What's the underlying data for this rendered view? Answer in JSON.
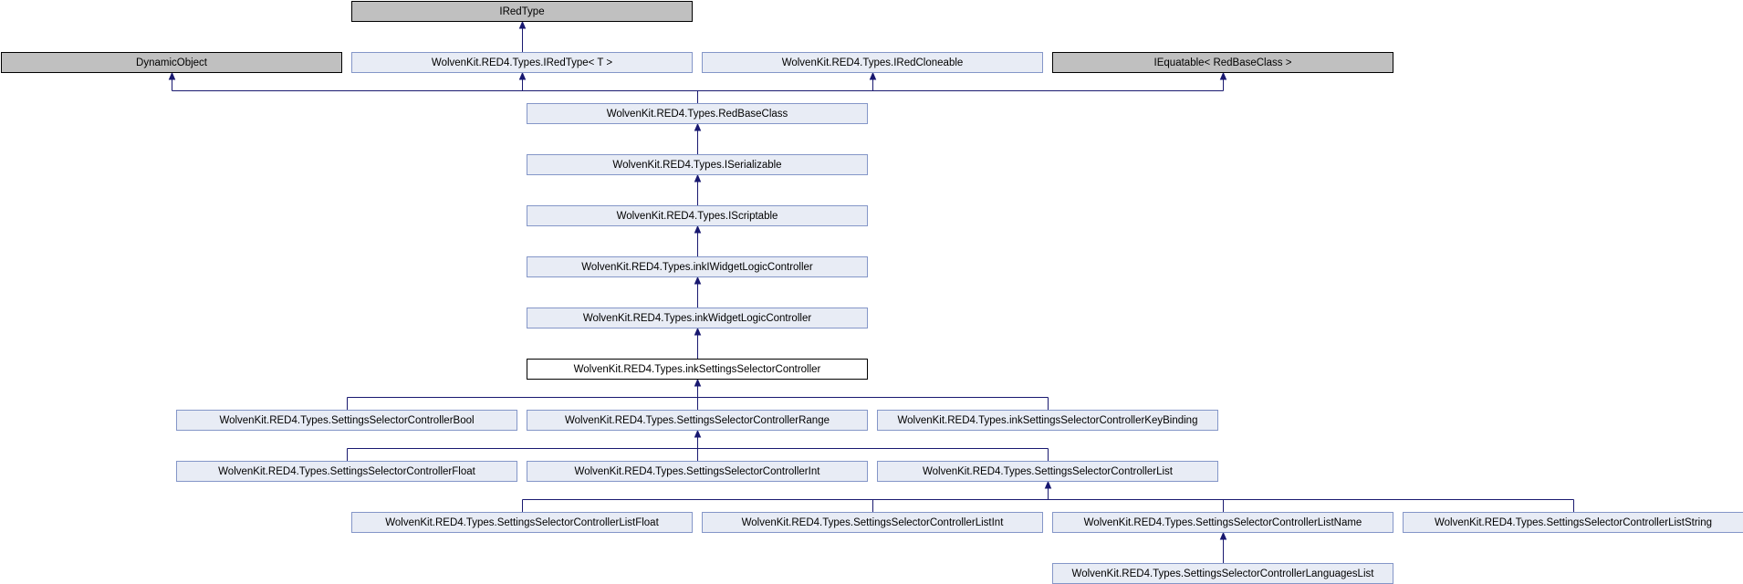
{
  "colors": {
    "doc_class_fill": "#e8ecf5",
    "doc_class_border": "#8496c8",
    "external_fill": "#c0c0c0",
    "external_border": "#000000",
    "current_fill": "#ffffff",
    "current_border": "#000000",
    "edge": "#191970"
  },
  "nodes": [
    {
      "id": "iredtype",
      "label": "IRedType",
      "kind": "external"
    },
    {
      "id": "dynamicobject",
      "label": "DynamicObject",
      "kind": "external"
    },
    {
      "id": "iredtype_t",
      "label": "WolvenKit.RED4.Types.IRedType< T >",
      "kind": "class"
    },
    {
      "id": "iredcloneable",
      "label": "WolvenKit.RED4.Types.IRedCloneable",
      "kind": "class"
    },
    {
      "id": "iequatable",
      "label": "IEquatable< RedBaseClass >",
      "kind": "external"
    },
    {
      "id": "redbaseclass",
      "label": "WolvenKit.RED4.Types.RedBaseClass",
      "kind": "class"
    },
    {
      "id": "iserializable",
      "label": "WolvenKit.RED4.Types.ISerializable",
      "kind": "class"
    },
    {
      "id": "iscriptable",
      "label": "WolvenKit.RED4.Types.IScriptable",
      "kind": "class"
    },
    {
      "id": "inkiwidgetlogic",
      "label": "WolvenKit.RED4.Types.inkIWidgetLogicController",
      "kind": "class"
    },
    {
      "id": "inkwidgetlogic",
      "label": "WolvenKit.RED4.Types.inkWidgetLogicController",
      "kind": "class"
    },
    {
      "id": "inksettingsselector",
      "label": "WolvenKit.RED4.Types.inkSettingsSelectorController",
      "kind": "current"
    },
    {
      "id": "ssc_bool",
      "label": "WolvenKit.RED4.Types.SettingsSelectorControllerBool",
      "kind": "class"
    },
    {
      "id": "ssc_range",
      "label": "WolvenKit.RED4.Types.SettingsSelectorControllerRange",
      "kind": "class"
    },
    {
      "id": "ssc_keybinding",
      "label": "WolvenKit.RED4.Types.inkSettingsSelectorControllerKeyBinding",
      "kind": "class"
    },
    {
      "id": "ssc_float",
      "label": "WolvenKit.RED4.Types.SettingsSelectorControllerFloat",
      "kind": "class"
    },
    {
      "id": "ssc_int",
      "label": "WolvenKit.RED4.Types.SettingsSelectorControllerInt",
      "kind": "class"
    },
    {
      "id": "ssc_list",
      "label": "WolvenKit.RED4.Types.SettingsSelectorControllerList",
      "kind": "class"
    },
    {
      "id": "ssc_listfloat",
      "label": "WolvenKit.RED4.Types.SettingsSelectorControllerListFloat",
      "kind": "class"
    },
    {
      "id": "ssc_listint",
      "label": "WolvenKit.RED4.Types.SettingsSelectorControllerListInt",
      "kind": "class"
    },
    {
      "id": "ssc_listname",
      "label": "WolvenKit.RED4.Types.SettingsSelectorControllerListName",
      "kind": "class"
    },
    {
      "id": "ssc_liststring",
      "label": "WolvenKit.RED4.Types.SettingsSelectorControllerListString",
      "kind": "class"
    },
    {
      "id": "ssc_languageslist",
      "label": "WolvenKit.RED4.Types.SettingsSelectorControllerLanguagesList",
      "kind": "class"
    }
  ],
  "edges": [
    {
      "from": "iredtype_t",
      "to": "iredtype"
    },
    {
      "from": "redbaseclass",
      "to": "dynamicobject"
    },
    {
      "from": "redbaseclass",
      "to": "iredtype_t"
    },
    {
      "from": "redbaseclass",
      "to": "iredcloneable"
    },
    {
      "from": "redbaseclass",
      "to": "iequatable"
    },
    {
      "from": "iserializable",
      "to": "redbaseclass"
    },
    {
      "from": "iscriptable",
      "to": "iserializable"
    },
    {
      "from": "inkiwidgetlogic",
      "to": "iscriptable"
    },
    {
      "from": "inkwidgetlogic",
      "to": "inkiwidgetlogic"
    },
    {
      "from": "inksettingsselector",
      "to": "inkwidgetlogic"
    },
    {
      "from": "ssc_bool",
      "to": "inksettingsselector"
    },
    {
      "from": "ssc_range",
      "to": "inksettingsselector"
    },
    {
      "from": "ssc_keybinding",
      "to": "inksettingsselector"
    },
    {
      "from": "ssc_float",
      "to": "ssc_range"
    },
    {
      "from": "ssc_int",
      "to": "ssc_range"
    },
    {
      "from": "ssc_list",
      "to": "ssc_range"
    },
    {
      "from": "ssc_listfloat",
      "to": "ssc_list"
    },
    {
      "from": "ssc_listint",
      "to": "ssc_list"
    },
    {
      "from": "ssc_listname",
      "to": "ssc_list"
    },
    {
      "from": "ssc_liststring",
      "to": "ssc_list"
    },
    {
      "from": "ssc_languageslist",
      "to": "ssc_listname"
    }
  ]
}
